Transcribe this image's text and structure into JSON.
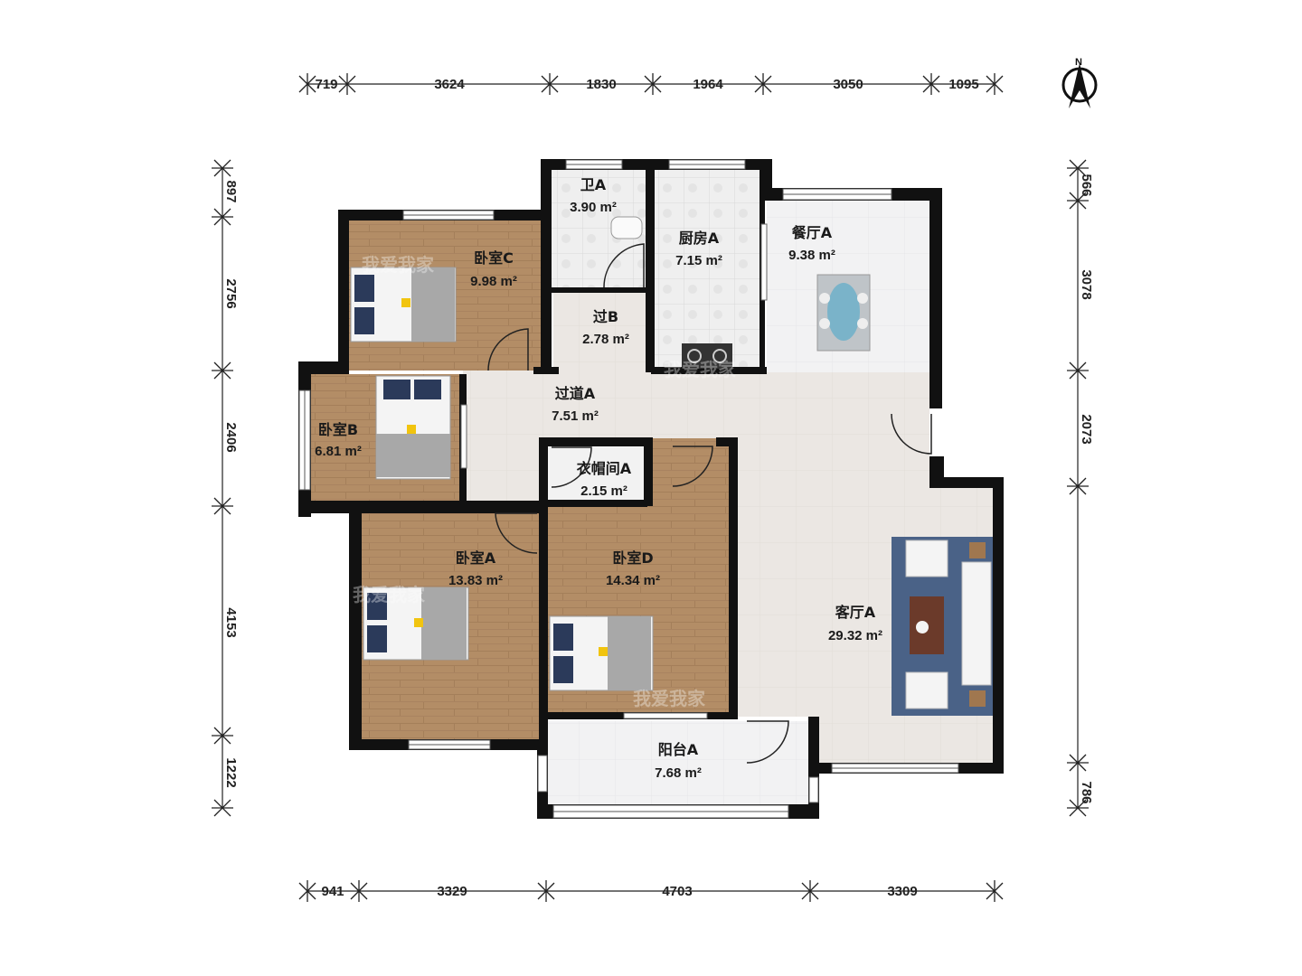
{
  "rooms": [
    {
      "key": "bedroom_c",
      "name": "卧室C",
      "area": "9.98 m²"
    },
    {
      "key": "bath_a",
      "name": "卫A",
      "area": "3.90 m²"
    },
    {
      "key": "kitchen_a",
      "name": "厨房A",
      "area": "7.15 m²"
    },
    {
      "key": "dining_a",
      "name": "餐厅A",
      "area": "9.38 m²"
    },
    {
      "key": "corridor_b",
      "name": "过B",
      "area": "2.78 m²"
    },
    {
      "key": "hallway_a",
      "name": "过道A",
      "area": "7.51 m²"
    },
    {
      "key": "bedroom_b",
      "name": "卧室B",
      "area": "6.81 m²"
    },
    {
      "key": "cloakroom_a",
      "name": "衣帽间A",
      "area": "2.15 m²"
    },
    {
      "key": "bedroom_a",
      "name": "卧室A",
      "area": "13.83 m²"
    },
    {
      "key": "bedroom_d",
      "name": "卧室D",
      "area": "14.34 m²"
    },
    {
      "key": "living_a",
      "name": "客厅A",
      "area": "29.32 m²"
    },
    {
      "key": "balcony_a",
      "name": "阳台A",
      "area": "7.68 m²"
    }
  ],
  "dimensions": {
    "top": [
      "719",
      "3624",
      "1830",
      "1964",
      "3050",
      "1095"
    ],
    "bottom": [
      "941",
      "3329",
      "4703",
      "3309"
    ],
    "left": [
      "897",
      "2756",
      "2406",
      "4153",
      "1222"
    ],
    "right": [
      "566",
      "3078",
      "2073",
      "786"
    ]
  },
  "compass": {
    "label": "N"
  },
  "watermark": "我爱我家",
  "colors": {
    "wall": "#111111",
    "wood": "#b8926a",
    "tile": "#ececec",
    "floor_light": "#ebe7e2",
    "rug": "#4a6287"
  }
}
